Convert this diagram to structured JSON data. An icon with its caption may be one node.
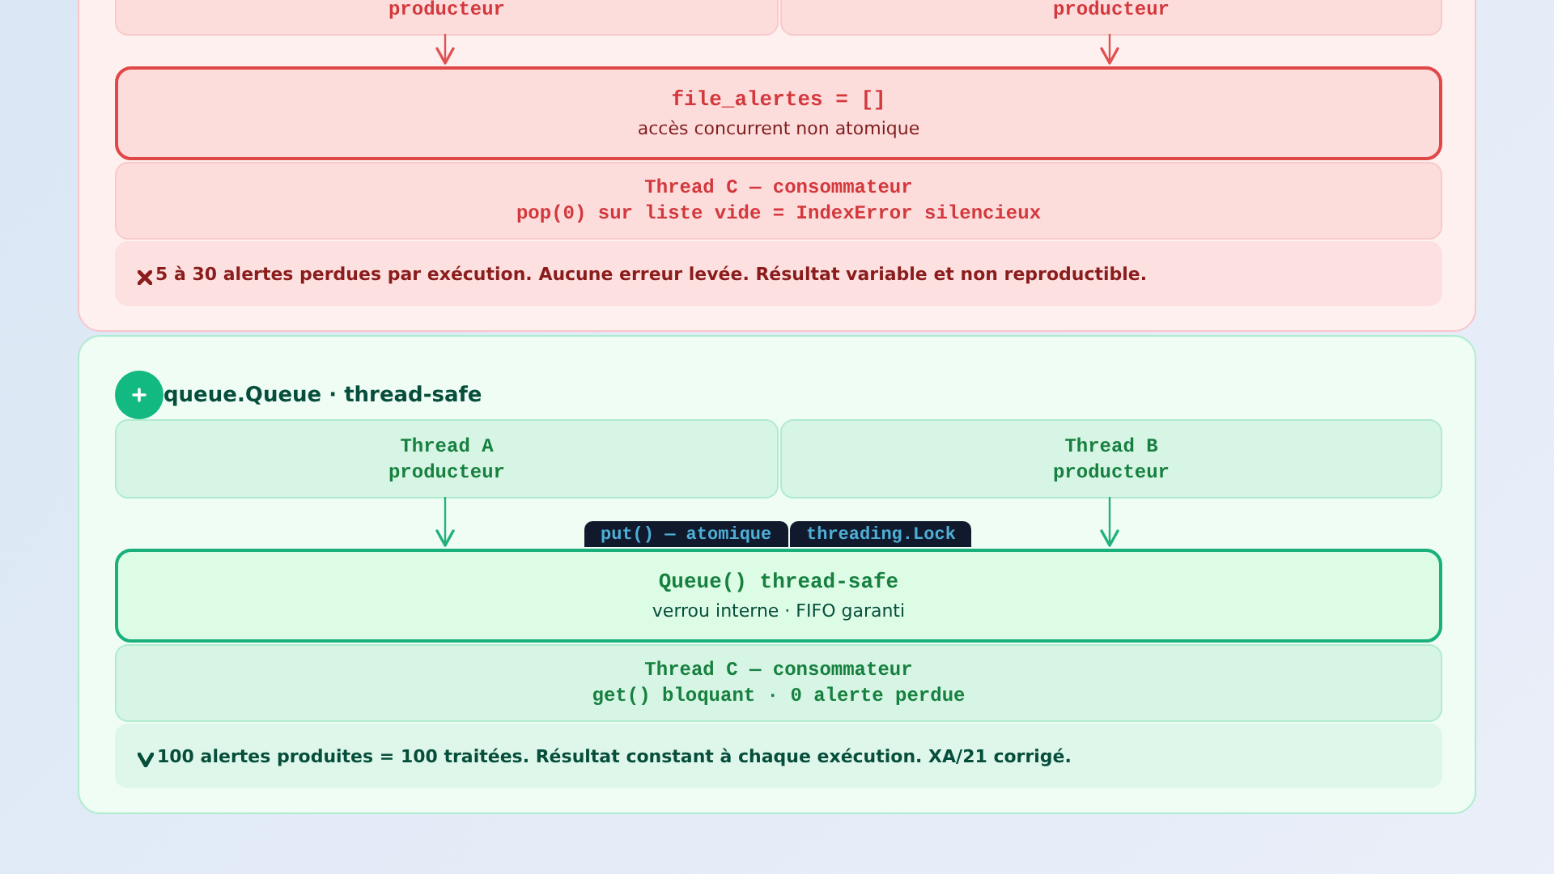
{
  "diagram": {
    "nodes": [
      {
        "text": [],
        "shape": "box"
      },
      {
        "text": [
          "producteur"
        ],
        "in": 0
      },
      {
        "text": [
          "producteur"
        ],
        "in": 0
      },
      {
        "text": [
          "file_alertes = []",
          "accès concurrent non atomique"
        ],
        "in": 0
      },
      {
        "text": [
          "Thread C — consommateur",
          "pop(0) sur liste vide = IndexError silencieux"
        ],
        "in": 0
      },
      {
        "text": [
          "5 à 30 alertes perdues par exécution. Aucune erreur levée. Résultat variable et non reproductible."
        ],
        "in": 0
      },
      {
        "text": [
          "queue.Queue · thread-safe"
        ]
      },
      {
        "text": [
          "Thread A",
          "producteur"
        ],
        "in": 6
      },
      {
        "text": [
          "Thread B",
          "producteur"
        ],
        "in": 6
      },
      {
        "text": [
          "Queue() thread-safe",
          "verrou interne · FIFO garanti"
        ],
        "in": 6
      },
      {
        "text": [
          "Thread C — consommateur",
          "get() bloquant · 0 alerte perdue"
        ],
        "in": 6
      },
      {
        "text": [
          "100 alertes produites = 100 traitées. Résultat constant à chaque exécution. XA/21 corrigé."
        ],
        "in": 6
      }
    ],
    "edges": [
      {
        "from": 1,
        "to": 3,
        "arrow": "to",
        "color": "#e05252"
      },
      {
        "from": 2,
        "to": 3,
        "arrow": "to",
        "color": "#e05252"
      },
      {
        "from": 7,
        "to": 9,
        "arrow": "to",
        "color": "#22b07d"
      },
      {
        "from": 8,
        "to": 9,
        "arrow": "to",
        "color": "#22b07d"
      }
    ],
    "labels": [
      "put() — atomique",
      "threading.Lock"
    ]
  }
}
